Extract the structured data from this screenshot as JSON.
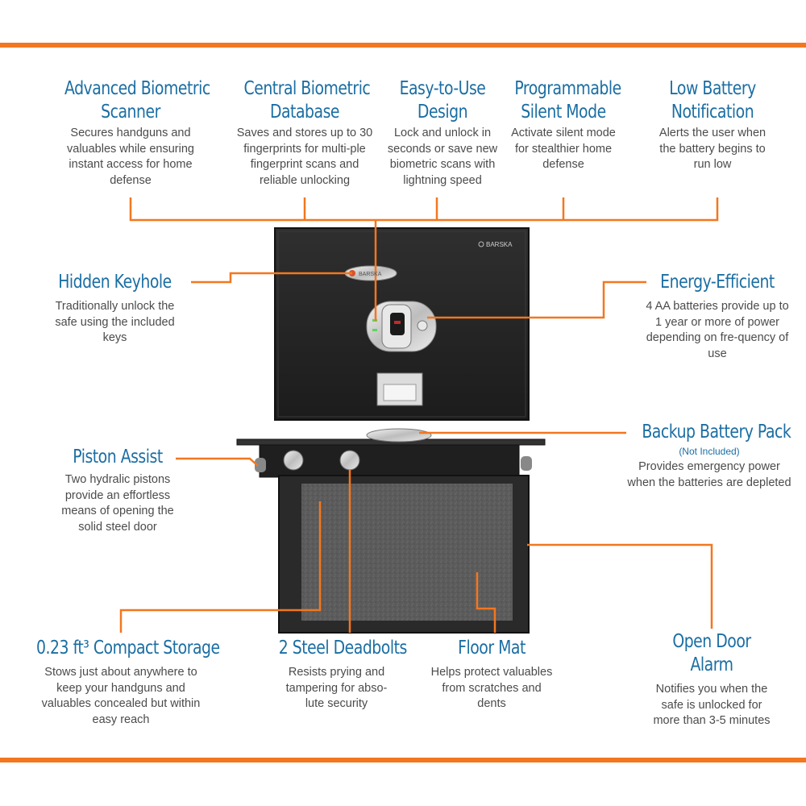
{
  "colors": {
    "accent": "#f2771f",
    "title": "#1b6ea3",
    "text": "#4b4b4b",
    "safe": "#2a2a2a"
  },
  "safe_brand": "BARSKA",
  "features": {
    "advanced_biometric": {
      "title_1": "Advanced Biometric",
      "title_2": "Scanner",
      "desc": "Secures handguns and valuables while ensuring instant access for home defense"
    },
    "central_database": {
      "title_1": "Central Biometric",
      "title_2": "Database",
      "desc": "Saves and stores up to 30 fingerprints for multi-ple fingerprint scans and reliable unlocking"
    },
    "easy_design": {
      "title_1": "Easy-to-Use",
      "title_2": "Design",
      "desc": "Lock and unlock in seconds or save new biometric scans with lightning speed"
    },
    "silent_mode": {
      "title_1": "Programmable",
      "title_2": "Silent Mode",
      "desc": "Activate silent mode for stealthier home defense"
    },
    "low_battery": {
      "title_1": "Low Battery",
      "title_2": "Notification",
      "desc": "Alerts the user when the battery begins to run low"
    },
    "hidden_keyhole": {
      "title_1": "Hidden Keyhole",
      "desc": "Traditionally unlock the safe using the included keys"
    },
    "energy_efficient": {
      "title_1": "Energy-Efficient",
      "desc": "4 AA batteries provide up to 1 year or more of power depending on fre-quency of use"
    },
    "backup_battery": {
      "title_1": "Backup Battery Pack",
      "sub": "(Not Included)",
      "desc": "Provides emergency power when the batteries are depleted"
    },
    "piston_assist": {
      "title_1": "Piston Assist",
      "desc": "Two hydralic pistons provide an effortless means of opening the solid steel door"
    },
    "compact_storage": {
      "title_1": "0.23 ft³ Compact Storage",
      "desc": "Stows just about anywhere to keep your handguns and valuables concealed but within easy reach"
    },
    "deadbolts": {
      "title_1": "2 Steel Deadbolts",
      "desc": "Resists prying and tampering for abso-lute security"
    },
    "floor_mat": {
      "title_1": "Floor Mat",
      "desc": "Helps protect valuables from scratches and dents"
    },
    "open_door_alarm": {
      "title_1": "Open Door",
      "title_2": "Alarm",
      "desc": "Notifies you when the safe is unlocked for more than 3-5 minutes"
    }
  }
}
